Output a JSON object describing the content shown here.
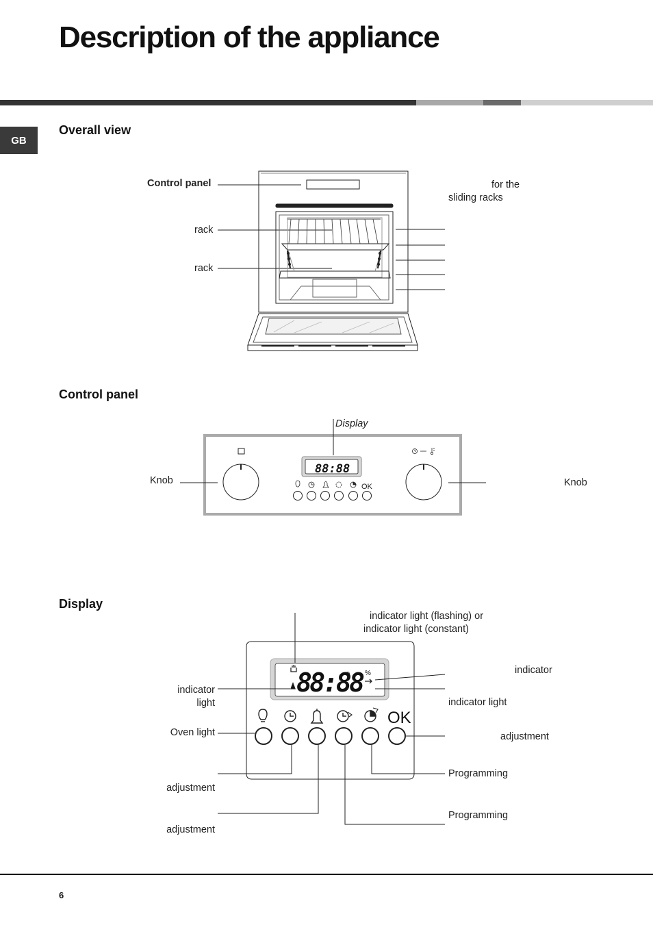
{
  "title": "Description of the appliance",
  "language_tab": "GB",
  "header_rule_colors": [
    "#333333",
    "#a8a8a8",
    "#6a6a6a",
    "#cfcfcf"
  ],
  "sections": {
    "overall_view": {
      "heading": "Overall view",
      "labels": {
        "control_panel": "Control panel",
        "rack_upper": "rack",
        "rack_lower": "rack",
        "runners_line1": "for the",
        "runners_line2": "sliding racks"
      }
    },
    "control_panel": {
      "heading": "Control panel",
      "labels": {
        "display": "Display",
        "knob_left": "Knob",
        "knob_right": "Knob"
      },
      "display_digits": "88:88"
    },
    "display": {
      "heading": "Display",
      "labels": {
        "top_line1": "indicator light (flashing) or",
        "top_line2": "indicator light (constant)",
        "left_indicator_line1": "indicator",
        "left_indicator_line2": "light",
        "oven_light": "Oven light",
        "adjustment_1": "adjustment",
        "adjustment_2": "adjustment",
        "right_indicator": "indicator",
        "right_indicator_light": "indicator light",
        "right_adjustment": "adjustment",
        "programming_1": "Programming",
        "programming_2": "Programming"
      },
      "display_digits": "88:88",
      "ok_label": "OK"
    }
  },
  "page_number": "6"
}
